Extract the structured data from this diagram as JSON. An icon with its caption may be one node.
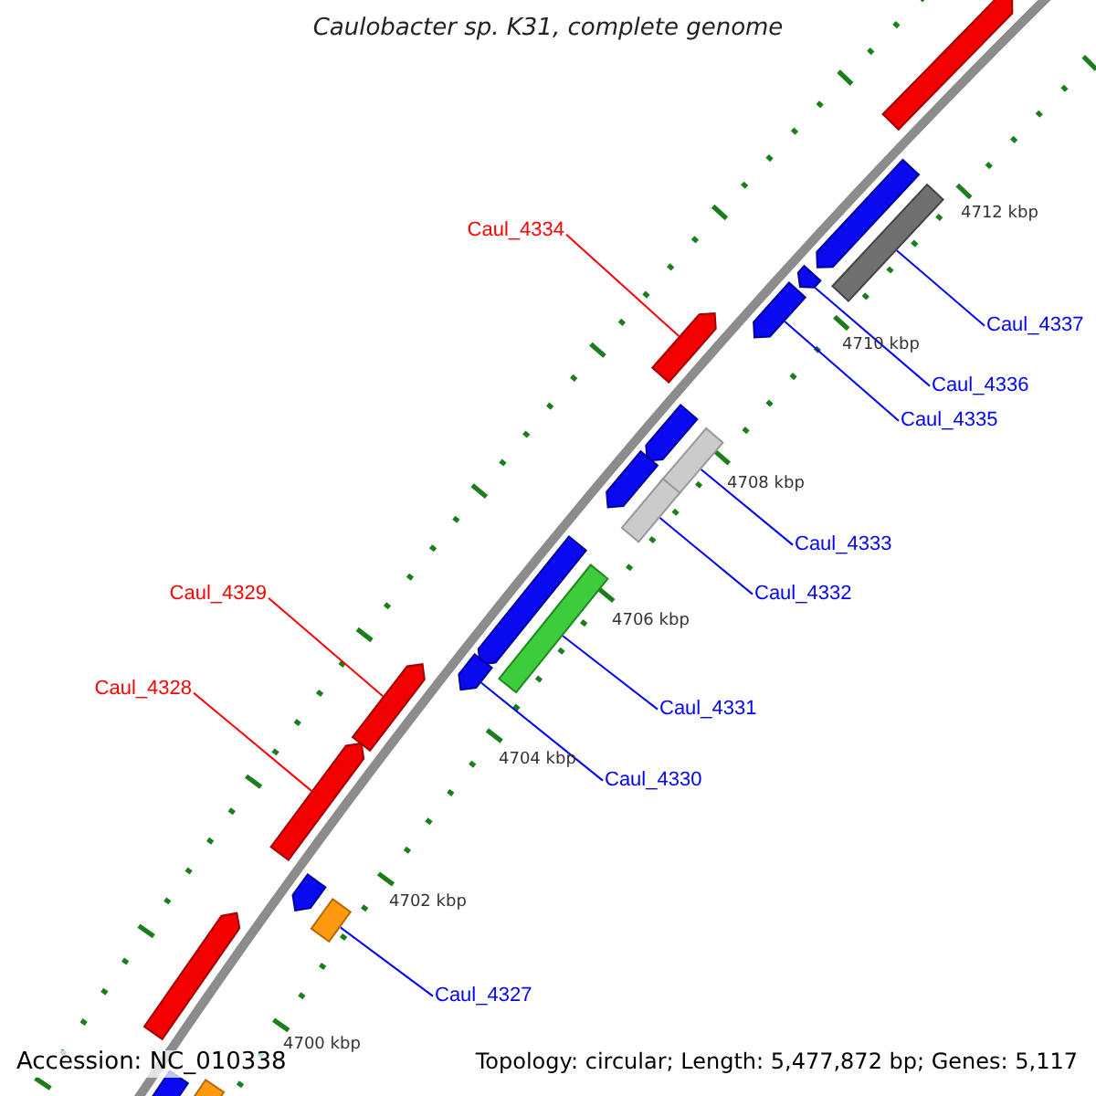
{
  "diagram": {
    "title": "Caulobacter sp. K31, complete genome",
    "nodes": [
      {
        "text": [
          "Caul_4334"
        ]
      },
      {
        "text": [
          "Caul_4337"
        ]
      },
      {
        "text": [
          "Caul_4336"
        ]
      },
      {
        "text": [
          "Caul_4335"
        ]
      },
      {
        "text": [
          "Caul_4333"
        ]
      },
      {
        "text": [
          "Caul_4332"
        ]
      },
      {
        "text": [
          "Caul_4329"
        ]
      },
      {
        "text": [
          "Caul_4331"
        ]
      },
      {
        "text": [
          "Caul_4328"
        ]
      },
      {
        "text": [
          "Caul_4330"
        ]
      },
      {
        "text": [
          "Caul_4327"
        ]
      },
      {
        "text": [],
        "shape": "box"
      },
      {
        "text": [],
        "shape": "box"
      },
      {
        "text": [],
        "shape": "bar"
      },
      {
        "text": [],
        "shape": "box"
      },
      {
        "text": [],
        "shape": "box"
      },
      {
        "text": [],
        "shape": "box"
      },
      {
        "text": [],
        "shape": "box"
      },
      {
        "text": [],
        "shape": "bar"
      },
      {
        "text": [],
        "shape": "box"
      },
      {
        "text": [],
        "shape": "bar"
      },
      {
        "text": [],
        "shape": "box"
      },
      {
        "text": [],
        "shape": "bar"
      },
      {
        "text": [],
        "shape": "box"
      },
      {
        "text": [],
        "shape": "box"
      },
      {
        "text": [],
        "shape": "box"
      },
      {
        "text": [],
        "shape": "box"
      },
      {
        "text": [],
        "shape": "bar"
      },
      {
        "text": [],
        "shape": "box"
      },
      {
        "text": [],
        "shape": "box"
      },
      {
        "text": [],
        "shape": "bar"
      }
    ],
    "edges": [
      {
        "from": 0,
        "to": 15,
        "arrow": "none",
        "color": "#ff0000"
      },
      {
        "from": 1,
        "to": 13,
        "arrow": "none"
      },
      {
        "from": 2,
        "to": 14,
        "arrow": "none"
      },
      {
        "from": 3,
        "to": 16,
        "arrow": "none"
      },
      {
        "from": 4,
        "to": 18,
        "arrow": "none"
      },
      {
        "from": 5,
        "to": 20,
        "arrow": "none"
      },
      {
        "from": 6,
        "to": 24,
        "arrow": "none",
        "color": "#ff0000"
      },
      {
        "from": 7,
        "to": 22,
        "arrow": "none"
      },
      {
        "from": 8,
        "to": 25,
        "arrow": "none",
        "color": "#ff0000"
      },
      {
        "from": 9,
        "to": 23,
        "arrow": "none"
      },
      {
        "from": 10,
        "to": 27,
        "arrow": "none"
      }
    ],
    "labels": [
      "4712 kbp",
      "4710 kbp",
      "4708 kbp",
      "4706 kbp",
      "4704 kbp",
      "4702 kbp",
      "4700 kbp",
      "Accession: NC_010338",
      "Topology: circular; Length: 5,477,872 bp; Genes: 5,117"
    ]
  }
}
